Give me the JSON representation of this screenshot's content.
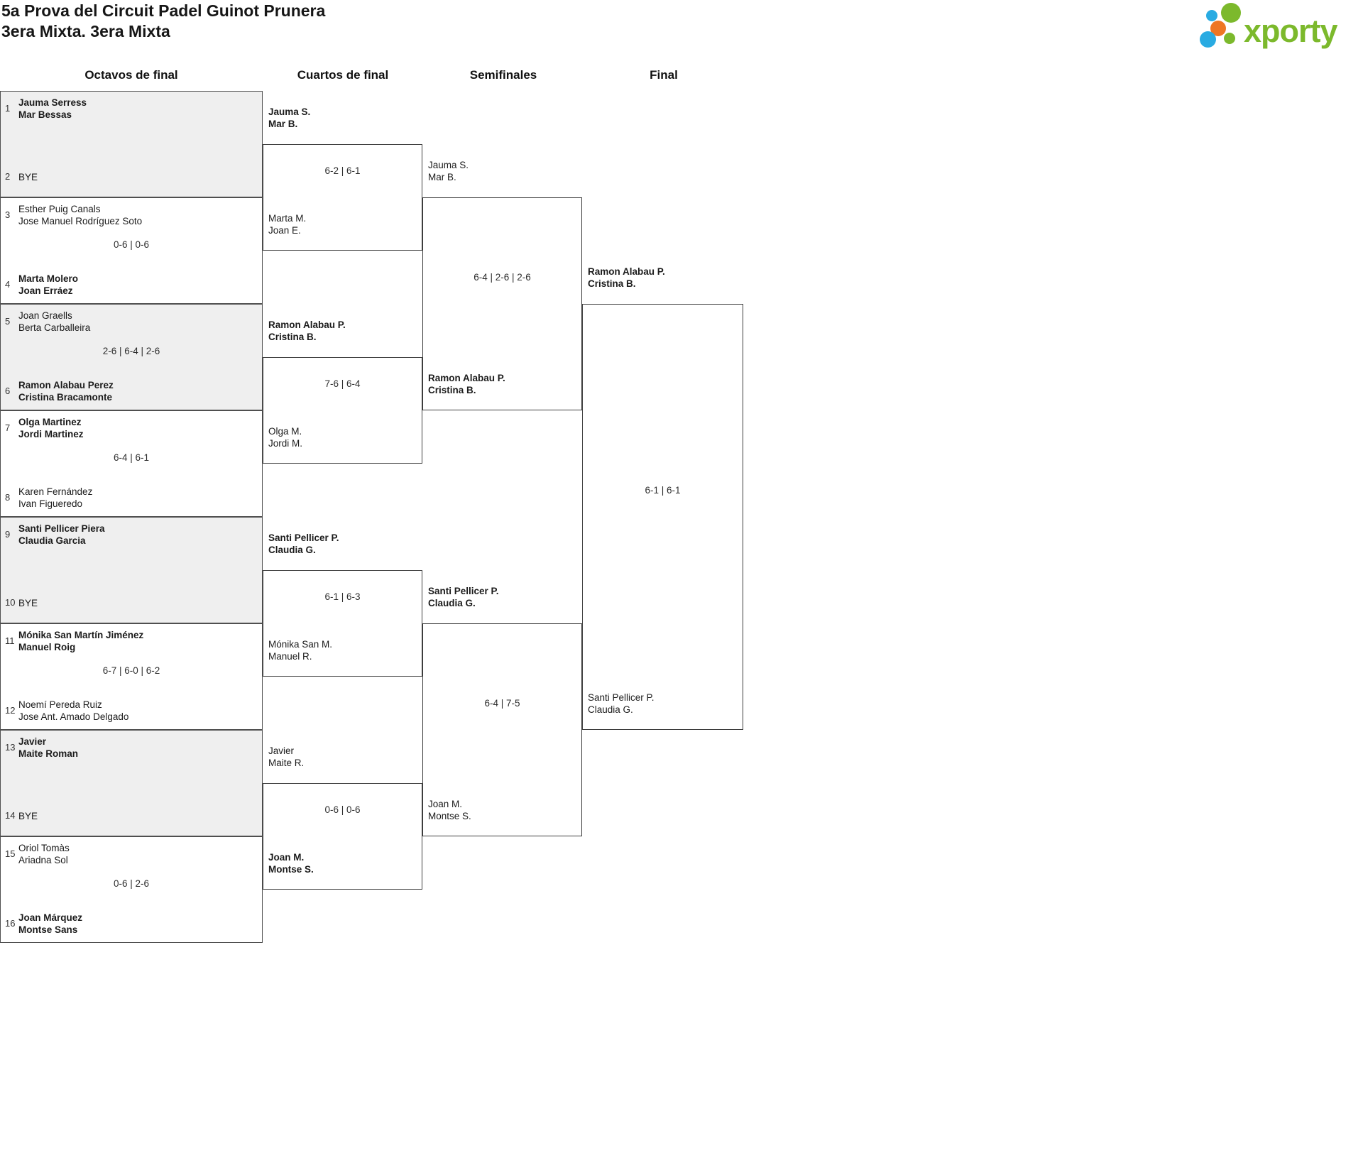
{
  "title": {
    "line1": "5a Prova del Circuit Padel Guinot Prunera",
    "line2": "3era Mixta. 3era Mixta"
  },
  "logo": {
    "brand": "xporty",
    "colors": {
      "green": "#7cb92c",
      "blue": "#29abe2",
      "orange": "#ee7623"
    }
  },
  "colors": {
    "bye_box_fill": "#efefef",
    "box_border": "#4f4f4f"
  },
  "round_headers": [
    "Octavos de final",
    "Cuartos de final",
    "Semifinales",
    "Final"
  ],
  "bracket": {
    "round_of_16": [
      {
        "top": {
          "seed": "1",
          "names": [
            "Jauma Serress",
            "Mar Bessas"
          ],
          "winner": true
        },
        "score": "",
        "bottom": {
          "seed": "2",
          "names": [
            "BYE"
          ],
          "winner": false,
          "bye": true
        }
      },
      {
        "top": {
          "seed": "3",
          "names": [
            "Esther Puig Canals",
            "Jose Manuel Rodríguez Soto"
          ],
          "winner": false
        },
        "score": "0-6 | 0-6",
        "bottom": {
          "seed": "4",
          "names": [
            "Marta Molero",
            "Joan Erráez"
          ],
          "winner": true
        }
      },
      {
        "top": {
          "seed": "5",
          "names": [
            "Joan Graells",
            "Berta Carballeira"
          ],
          "winner": false
        },
        "score": "2-6 | 6-4 | 2-6",
        "bottom": {
          "seed": "6",
          "names": [
            "Ramon Alabau Perez",
            "Cristina Bracamonte"
          ],
          "winner": true
        }
      },
      {
        "top": {
          "seed": "7",
          "names": [
            "Olga Martinez",
            "Jordi Martinez"
          ],
          "winner": true
        },
        "score": "6-4 | 6-1",
        "bottom": {
          "seed": "8",
          "names": [
            "Karen Fernández",
            "Ivan Figueredo"
          ],
          "winner": false
        }
      },
      {
        "top": {
          "seed": "9",
          "names": [
            "Santi Pellicer Piera",
            "Claudia Garcia"
          ],
          "winner": true
        },
        "score": "",
        "bottom": {
          "seed": "10",
          "names": [
            "BYE"
          ],
          "winner": false,
          "bye": true
        }
      },
      {
        "top": {
          "seed": "11",
          "names": [
            "Mónika San Martín Jiménez",
            "Manuel Roig"
          ],
          "winner": true
        },
        "score": "6-7 | 6-0 | 6-2",
        "bottom": {
          "seed": "12",
          "names": [
            "Noemí Pereda Ruiz",
            "Jose Ant. Amado Delgado"
          ],
          "winner": false
        }
      },
      {
        "top": {
          "seed": "13",
          "names": [
            "Javier",
            "Maite Roman"
          ],
          "winner": true
        },
        "score": "",
        "bottom": {
          "seed": "14",
          "names": [
            "BYE"
          ],
          "winner": false,
          "bye": true
        }
      },
      {
        "top": {
          "seed": "15",
          "names": [
            "Oriol Tomàs",
            "Ariadna Sol"
          ],
          "winner": false
        },
        "score": "0-6 | 2-6",
        "bottom": {
          "seed": "16",
          "names": [
            "Joan Márquez",
            "Montse Sans"
          ],
          "winner": true
        }
      }
    ],
    "quarterfinals": [
      {
        "top": {
          "names": [
            "Jauma S.",
            "Mar B."
          ],
          "winner": true
        },
        "score": "6-2 | 6-1",
        "bottom": {
          "names": [
            "Marta M.",
            "Joan E."
          ],
          "winner": false
        }
      },
      {
        "top": {
          "names": [
            "Ramon Alabau P.",
            "Cristina B."
          ],
          "winner": true
        },
        "score": "7-6 | 6-4",
        "bottom": {
          "names": [
            "Olga M.",
            "Jordi M."
          ],
          "winner": false
        }
      },
      {
        "top": {
          "names": [
            "Santi Pellicer P.",
            "Claudia G."
          ],
          "winner": true
        },
        "score": "6-1 | 6-3",
        "bottom": {
          "names": [
            "Mónika San M.",
            "Manuel R."
          ],
          "winner": false
        }
      },
      {
        "top": {
          "names": [
            "Javier",
            "Maite R."
          ],
          "winner": false
        },
        "score": "0-6 | 0-6",
        "bottom": {
          "names": [
            "Joan M.",
            "Montse S."
          ],
          "winner": true
        }
      }
    ],
    "semifinals": [
      {
        "top": {
          "names": [
            "Jauma S.",
            "Mar B."
          ],
          "winner": false
        },
        "score": "6-4 | 2-6 | 2-6",
        "bottom": {
          "names": [
            "Ramon Alabau P.",
            "Cristina B."
          ],
          "winner": true
        }
      },
      {
        "top": {
          "names": [
            "Santi Pellicer P.",
            "Claudia G."
          ],
          "winner": true
        },
        "score": "6-4 | 7-5",
        "bottom": {
          "names": [
            "Joan M.",
            "Montse S."
          ],
          "winner": false
        }
      }
    ],
    "final": [
      {
        "top": {
          "names": [
            "Ramon Alabau P.",
            "Cristina B."
          ],
          "winner": true
        },
        "score": "6-1 | 6-1",
        "bottom": {
          "names": [
            "Santi Pellicer P.",
            "Claudia G."
          ],
          "winner": false
        }
      }
    ]
  }
}
